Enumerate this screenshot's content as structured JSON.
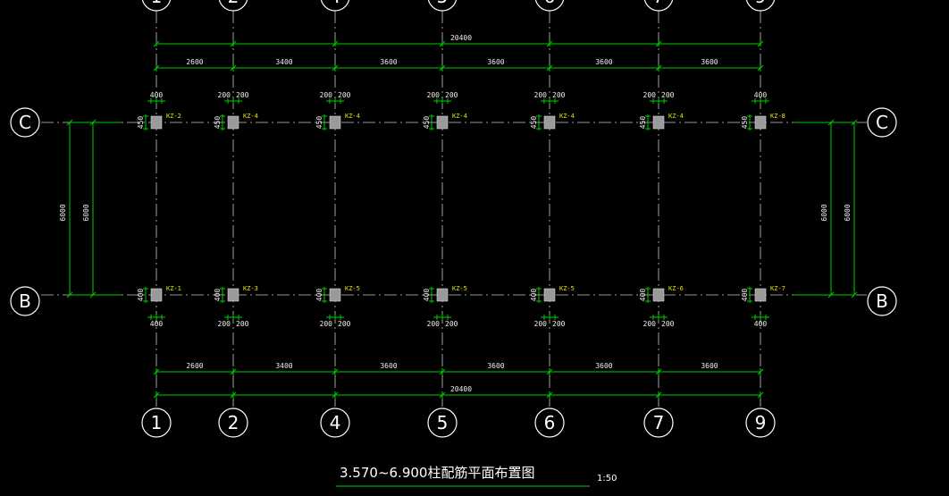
{
  "drawing": {
    "title": "3.570~6.900柱配筋平面布置图",
    "scale": "1:50"
  },
  "axes": {
    "columns": [
      "1",
      "2",
      "4",
      "5",
      "6",
      "7",
      "9"
    ],
    "rows": [
      "C",
      "B"
    ]
  },
  "dimensions": {
    "overall": "20400",
    "spans": [
      "2600",
      "3400",
      "3600",
      "3600",
      "3600",
      "3600"
    ],
    "row_spacing": "6000",
    "offsets_top": [
      [
        "400",
        ""
      ],
      [
        "200",
        "200"
      ],
      [
        "200",
        "200"
      ],
      [
        "200",
        "200"
      ],
      [
        "200",
        "200"
      ],
      [
        "200",
        "200"
      ],
      [
        "400",
        ""
      ]
    ],
    "offsets_bottom": [
      [
        "400",
        ""
      ],
      [
        "200",
        "200"
      ],
      [
        "200",
        "200"
      ],
      [
        "200",
        "200"
      ],
      [
        "200",
        "200"
      ],
      [
        "200",
        "200"
      ],
      [
        "400",
        ""
      ]
    ],
    "col_depth_top": "450",
    "col_depth_bottom": "400"
  },
  "column_tags": {
    "row_C": [
      "KZ-2",
      "KZ-4",
      "KZ-4",
      "KZ-4",
      "KZ-4",
      "KZ-4",
      "KZ-8"
    ],
    "row_B": [
      "KZ-1",
      "KZ-3",
      "KZ-5",
      "KZ-5",
      "KZ-5",
      "KZ-6",
      "KZ-7"
    ]
  },
  "colors": {
    "background": "#000000",
    "dimension_lines": "#00cc00",
    "tags": "#e8e800",
    "grid": "#c8c8c8"
  }
}
